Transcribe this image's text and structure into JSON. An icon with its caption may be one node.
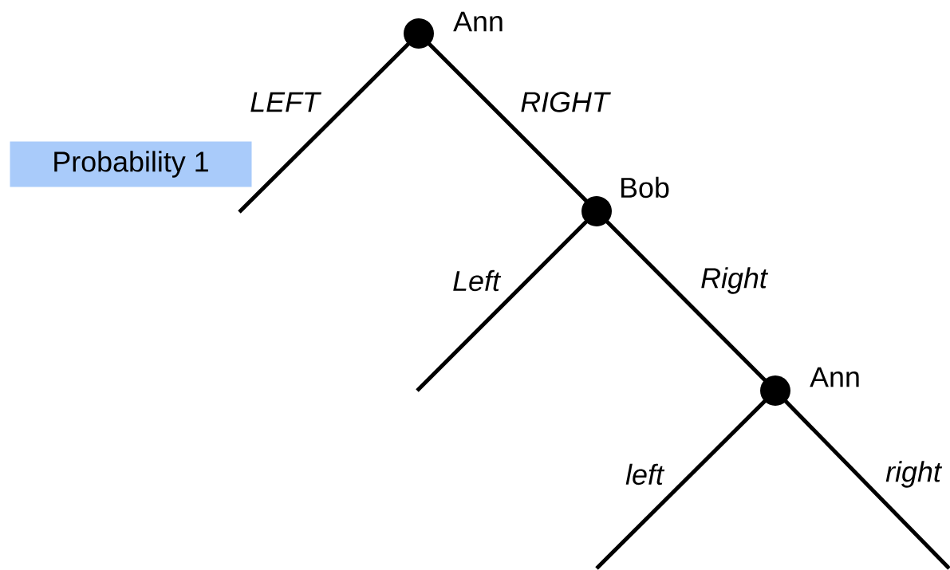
{
  "diagram": {
    "nodes": [
      {
        "text": [],
        "shape": "circle",
        "beside": [
          "Ann"
        ]
      },
      {
        "text": [
          "Probability 1"
        ]
      },
      {
        "text": [],
        "shape": "circle",
        "beside": [
          "Bob"
        ]
      },
      {
        "text": [],
        "shape": "circle",
        "beside": [
          "Ann"
        ]
      }
    ],
    "edges": [
      {
        "from": 0,
        "to": null,
        "arrow": "none",
        "label": "LEFT"
      },
      {
        "from": 0,
        "to": 2,
        "arrow": "none",
        "label": "RIGHT"
      },
      {
        "from": 2,
        "to": null,
        "arrow": "none",
        "label": "Left"
      },
      {
        "from": 2,
        "to": 3,
        "arrow": "none",
        "label": "Right"
      },
      {
        "from": 3,
        "to": null,
        "arrow": "none",
        "label": "left"
      },
      {
        "from": 3,
        "to": null,
        "arrow": "none",
        "label": "right"
      }
    ]
  }
}
